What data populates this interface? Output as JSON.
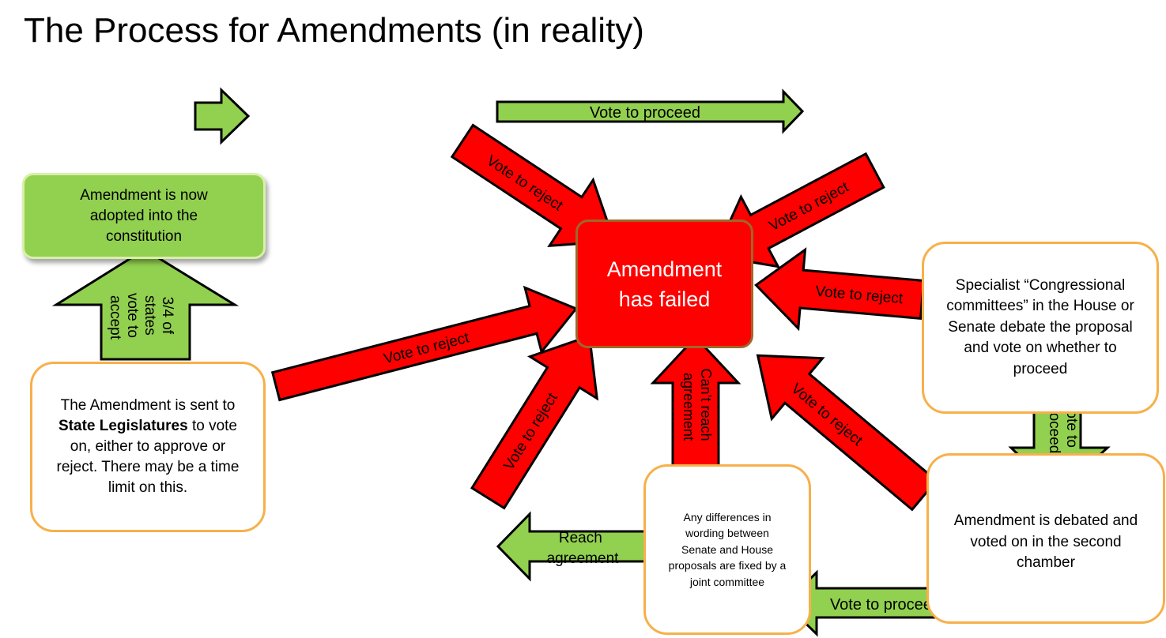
{
  "title": "The Process for Amendments (in reality)",
  "boxes": {
    "adopted": "Amendment  is now adopted into the constitution",
    "state_legislatures": {
      "prefix": "The Amendment  is sent to ",
      "bold": "State Legislatures",
      "suffix": "  to vote on, either to approve or reject. There may be a time limit on this."
    },
    "failed": "Amendment has failed",
    "specialist": "Specialist “Congressional committees” in the House or Senate debate the proposal and vote on whether  to proceed",
    "second_chamber": "Amendment  is debated and voted on in the second chamber",
    "joint_committee": "Any differences in wording  between Senate  and House proposals  are fixed by a joint committee"
  },
  "arrow_labels": {
    "top_proceed": "Vote to proceed",
    "reject_upper_left": "Vote to reject",
    "reject_upper_right": "Vote to reject",
    "reject_right": "Vote to reject",
    "reject_left": "Vote to reject",
    "reject_lower_left": "Vote to reject",
    "cant_reach": "Can’t reach agreement",
    "reject_lower_right": "Vote to reject",
    "states_accept": "3/4 of states vote to accept",
    "down_proceed": "Vote to proceed",
    "bottom_proceed": "Vote to proceed",
    "reach_agreement": "Reach agreement"
  },
  "colors": {
    "green": "#92d050",
    "red": "#ff0000",
    "orange_border": "#f7b04a",
    "failed_border": "#a0662a"
  }
}
